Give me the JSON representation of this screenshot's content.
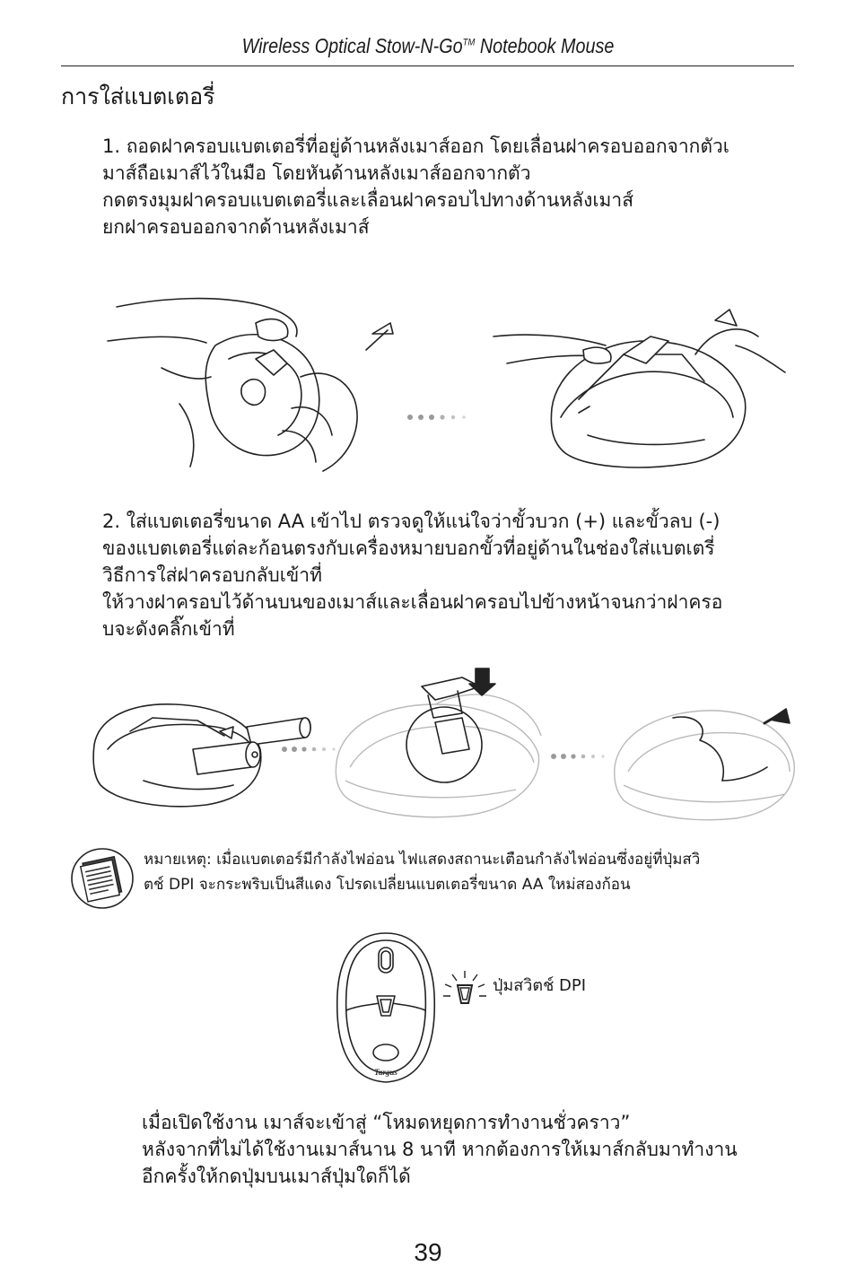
{
  "header": {
    "title_main": "Wireless Optical Stow-N-Go",
    "title_tm": "TM",
    "title_tail": " Notebook Mouse"
  },
  "section": {
    "heading": "การใส่แบตเตอรี่"
  },
  "step1": {
    "lines": [
      "1. ถอดฝาครอบแบตเตอรี่ที่อยู่ด้านหลังเมาส์ออก โดยเลื่อนฝาครอบออกจากตัวเ",
      "มาส์ถือเมาส์ไว้ในมือ โดยหันด้านหลังเมาส์ออกจากตัว",
      "กดตรงมุมฝาครอบแบตเตอรี่และเลื่อนฝาครอบไปทางด้านหลังเมาส์",
      "ยกฝาครอบออกจากด้านหลังเมาส์"
    ]
  },
  "step2": {
    "lines": [
      "2. ใส่แบตเตอรี่ขนาด AA เข้าไป ตรวจดูให้แน่ใจว่าขั้วบวก (+) และขั้วลบ (-)",
      "ของแบตเตอรี่แต่ละก้อนตรงกับเครื่องหมายบอกขั้วที่อยู่ด้านในช่องใส่แบตเตรี่",
      "วิธีการใส่ฝาครอบกลับเข้าที่",
      "ให้วางฝาครอบไว้ด้านบนของเมาส์และเลื่อนฝาครอบไปข้างหน้าจนกว่าฝาครอ",
      "บจะดังคลิ๊กเข้าที่"
    ]
  },
  "note": {
    "lines": [
      "หมายเหตุ: เมื่อแบตเตอร์มีกำลังไฟอ่อน ไฟแสดงสถานะเตือนกำลังไฟอ่อนซึ่งอยู่ที่ปุ่มสวิ",
      "ตช์ DPI จะกระพริบเป็นสีแดง โปรดเปลี่ยนแบตเตอรี่ขนาด AA ใหม่สองก้อน"
    ]
  },
  "dpi_figure": {
    "label": "ปุ่มสวิตช์ DPI",
    "logo_text": "Targus"
  },
  "sleep": {
    "lines": [
      "เมื่อเปิดใช้งาน เมาส์จะเข้าสู่ “โหมดหยุดการทำงานชั่วคราว”",
      "หลังจากที่ไม่ได้ใช้งานเมาส์นาน 8 นาที หากต้องการให้เมาส์กลับมาทำงาน",
      "อีกครั้งให้กดปุ่มบนเมาส์ปุ่มใดก็ได้"
    ]
  },
  "page": {
    "number": "39"
  }
}
